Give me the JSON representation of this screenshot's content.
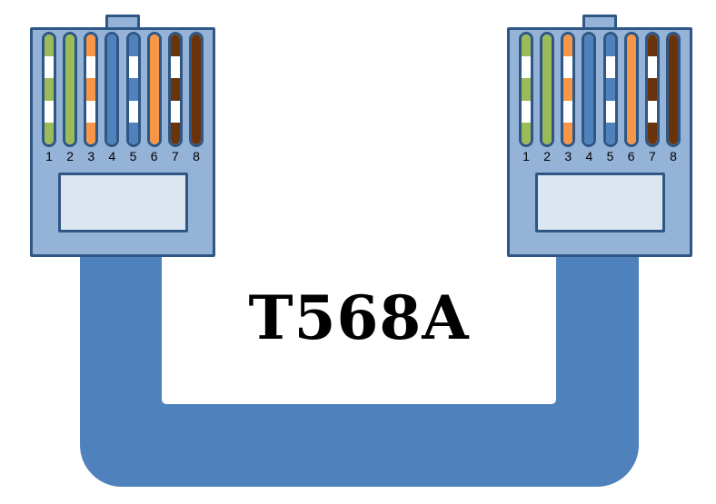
{
  "diagram_title": "T568A",
  "colors": {
    "connector_body": "#95b3d7",
    "outline": "#2f5785",
    "cable": "#4f81bd",
    "label_window": "#dce6f1",
    "stripe_white": "#ffffff",
    "green": "#9bbb59",
    "orange": "#f79646",
    "blue": "#4f81bd",
    "brown": "#6a3309"
  },
  "connectors": [
    {
      "id": "left",
      "pins": [
        {
          "number": "1",
          "name": "white-green",
          "color_key": "green",
          "striped": true
        },
        {
          "number": "2",
          "name": "green",
          "color_key": "green",
          "striped": false
        },
        {
          "number": "3",
          "name": "white-orange",
          "color_key": "orange",
          "striped": true
        },
        {
          "number": "4",
          "name": "blue",
          "color_key": "blue",
          "striped": false
        },
        {
          "number": "5",
          "name": "white-blue",
          "color_key": "blue",
          "striped": true
        },
        {
          "number": "6",
          "name": "orange",
          "color_key": "orange",
          "striped": false
        },
        {
          "number": "7",
          "name": "white-brown",
          "color_key": "brown",
          "striped": true
        },
        {
          "number": "8",
          "name": "brown",
          "color_key": "brown",
          "striped": false
        }
      ]
    },
    {
      "id": "right",
      "pins": [
        {
          "number": "1",
          "name": "white-green",
          "color_key": "green",
          "striped": true
        },
        {
          "number": "2",
          "name": "green",
          "color_key": "green",
          "striped": false
        },
        {
          "number": "3",
          "name": "white-orange",
          "color_key": "orange",
          "striped": true
        },
        {
          "number": "4",
          "name": "blue",
          "color_key": "blue",
          "striped": false
        },
        {
          "number": "5",
          "name": "white-blue",
          "color_key": "blue",
          "striped": true
        },
        {
          "number": "6",
          "name": "orange",
          "color_key": "orange",
          "striped": false
        },
        {
          "number": "7",
          "name": "white-brown",
          "color_key": "brown",
          "striped": true
        },
        {
          "number": "8",
          "name": "brown",
          "color_key": "brown",
          "striped": false
        }
      ]
    }
  ]
}
